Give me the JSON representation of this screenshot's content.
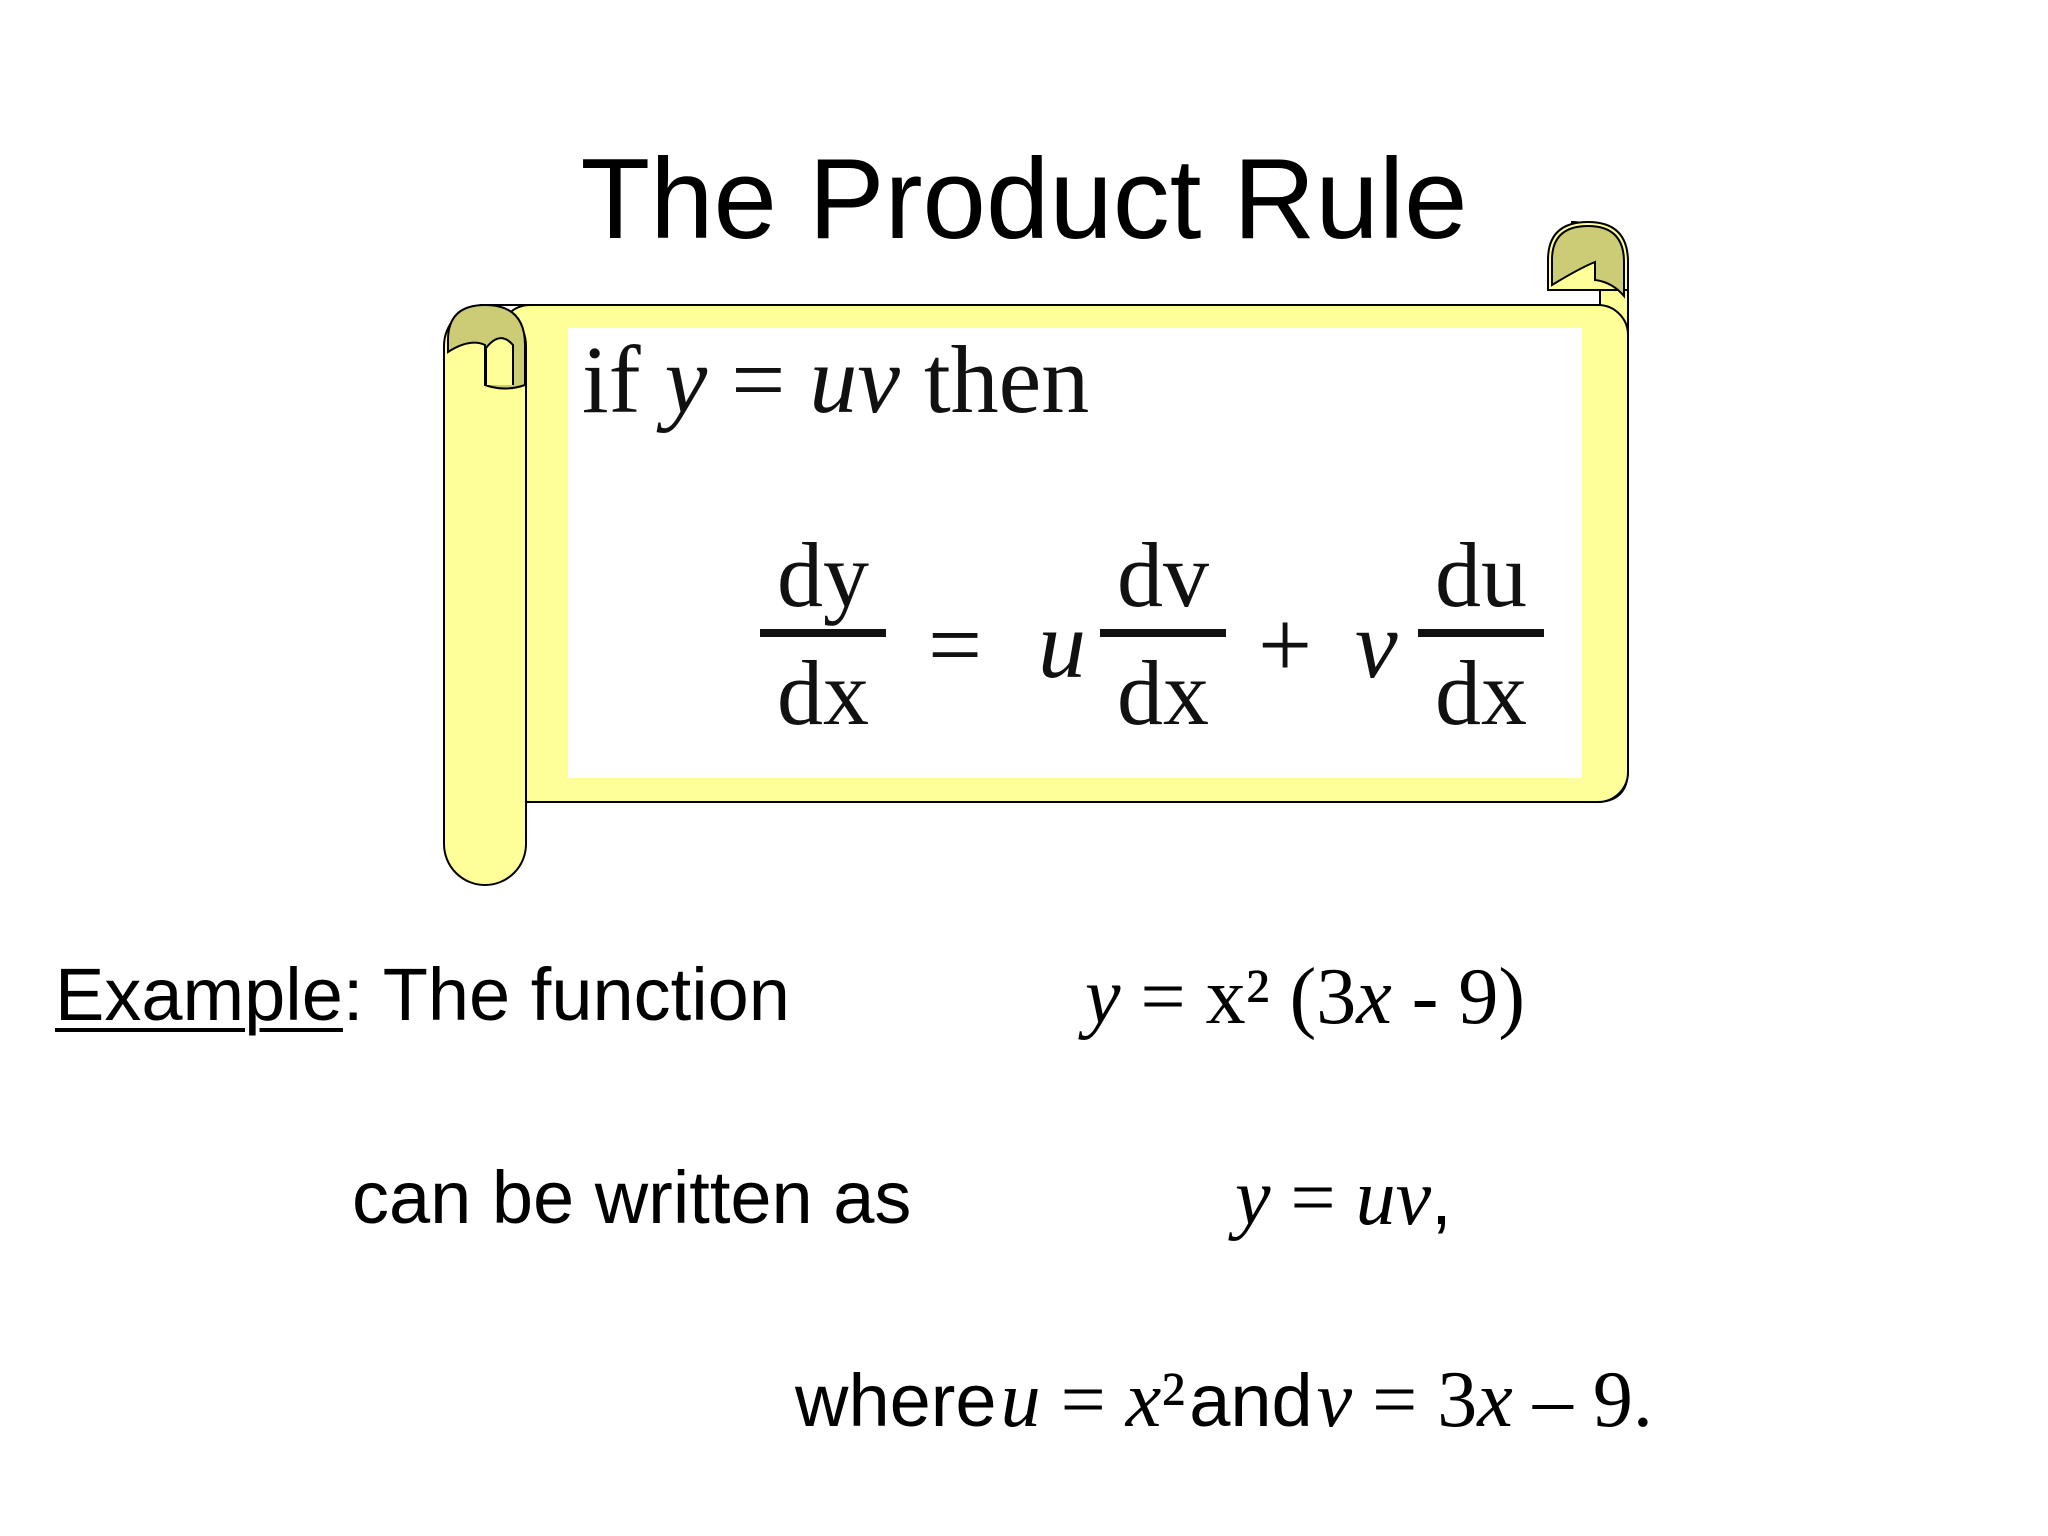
{
  "title": "The Product Rule",
  "rule": {
    "line1_if": "if",
    "line1_y": "y",
    "line1_eq": "=",
    "line1_uv": "uv",
    "line1_then": "then",
    "dy": "dy",
    "dx": "dx",
    "eq": "=",
    "u": "u",
    "dv": "dv",
    "plus": "+",
    "v": "v",
    "du": "du"
  },
  "example": {
    "label": "Example",
    "colon_text": ": The function",
    "function_y": "y",
    "function_rest": " = x² (3",
    "function_x": "x",
    "function_end": " - 9)",
    "written_as": "can be written as",
    "y": "y",
    "eq_uv_eq": " = ",
    "uv": "uv",
    "comma": ",",
    "where": "where",
    "u": "u",
    "u_eq": " = ",
    "u_val": "x",
    "sq": "²",
    "and": "and",
    "v": "v",
    "v_eq": " = 3",
    "v_x": "x",
    "v_end": " – 9."
  },
  "colors": {
    "scroll_fill": "#ffff99",
    "scroll_curl": "#cccc77",
    "scroll_stroke": "#000000",
    "panel": "#ffffff"
  }
}
